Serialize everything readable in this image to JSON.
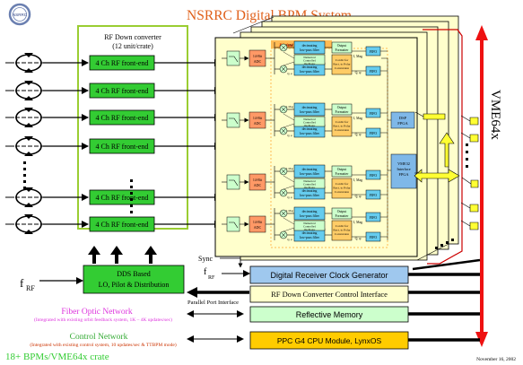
{
  "title": "NSRRC Digital BPM System",
  "logo": {
    "text": "NSRRC"
  },
  "rf_down_converter": {
    "title_line1": "RF Down converter",
    "title_line2": "(12 unit/crate)"
  },
  "frontend_label": "4 Ch RF front-end",
  "dds": {
    "line1": "DDS Based",
    "line2": "LO, Pilot & Distribution"
  },
  "frf": {
    "main": "f",
    "sub": "RF"
  },
  "ddc_label": "Digital Down Convert",
  "adc_line1": "14-Bit",
  "adc_line2": "ADC",
  "decimating_line1": "decimating",
  "decimating_line2": "low-pass filter",
  "nco_line1": "Numerical",
  "nco_line2": "Controlled",
  "nco_line3": "Oscillator",
  "output_fmt_line1": "Output",
  "output_fmt_line2": "Formatter",
  "cordic_line1": "Cordic for",
  "cordic_line2": "Rect. to Polar",
  "cordic_line3": "Conversion",
  "fifo_label": "FIFO",
  "mag_label": "I, Mag",
  "phase_label": "Q, φ",
  "dsp": {
    "line1": "DSP",
    "line2": "FPGA"
  },
  "vme_if": {
    "line1": "VME32",
    "line2": "Interface",
    "line3": "FPGA"
  },
  "vme_label": "VME64x",
  "sync_label": "Sync",
  "frf2": {
    "main": "f",
    "sub": "RF"
  },
  "blocks": {
    "clock_gen": "Digital Receiver Clock Generator",
    "ctrl_if": "RF Down Converter Control Interface",
    "refl_mem": "Reflective Memory",
    "cpu": "PPC G4 CPU Module, LynxOS"
  },
  "parallel_port": "Parallel Port Interface",
  "fiber": {
    "title": "Fiber Optic Network",
    "note": "(Integrated with existing orbit feedback system, 1K – 4K updates/sec)"
  },
  "control": {
    "title": "Control Network",
    "note": "(Integrated with existing control system, 10 updates/sec & TTBPM mode)"
  },
  "footer": "18+ BPMs/VME64x crate",
  "date": "November  16, 2002",
  "colors": {
    "title": "#e0601a",
    "accent_green": "#33cc33",
    "pink": "#dd33dd",
    "crate_outline": "#9acd32",
    "board_fill": "#ffffcc",
    "vme_red": "#ee1111",
    "clock_blue": "#9fc8ee",
    "yellow_bus": "#ffff33"
  }
}
